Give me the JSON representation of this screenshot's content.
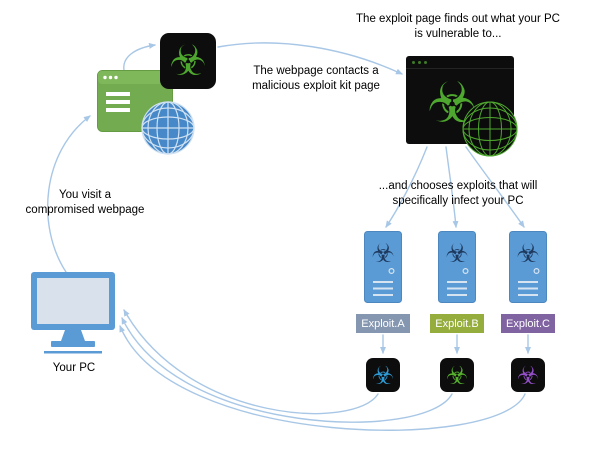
{
  "annotations": {
    "exploit_scan": "The exploit page finds out what your PC\nis vulnerable to...",
    "webpage_contacts": "The webpage contacts a\nmalicious exploit kit page",
    "you_visit": "You visit a\ncompromised webpage",
    "chooses_exploits": "...and chooses exploits that will\nspecifically infect your PC",
    "pc_label": "Your PC"
  },
  "exploits": [
    {
      "label": "Exploit.A",
      "badge_color": "#8496B0",
      "payload_color": "#2F9BD5"
    },
    {
      "label": "Exploit.B",
      "badge_color": "#94AD3D",
      "payload_color": "#55B02E"
    },
    {
      "label": "Exploit.C",
      "badge_color": "#8064A2",
      "payload_color": "#9450C8"
    }
  ],
  "icons": {
    "biohazard_glyph": "☣",
    "browser_window": "browser-window-icon",
    "globe": "globe-icon",
    "wireframe_globe": "wireframe-globe-icon",
    "server": "exploit-server-icon",
    "monitor": "pc-monitor-icon"
  },
  "colors": {
    "arrow": "#A8C7E6",
    "malware_green": "#4EA72E",
    "box_black": "#0D0D0D",
    "server_blue": "#5B9BD5",
    "server_bio_dark": "#1E3A5F",
    "browser_green": "#73AC50",
    "globe_blue": "#4688C8",
    "monitor_blue": "#5B9BD5",
    "screen_gray": "#D9E2EC",
    "text": "#000000"
  }
}
